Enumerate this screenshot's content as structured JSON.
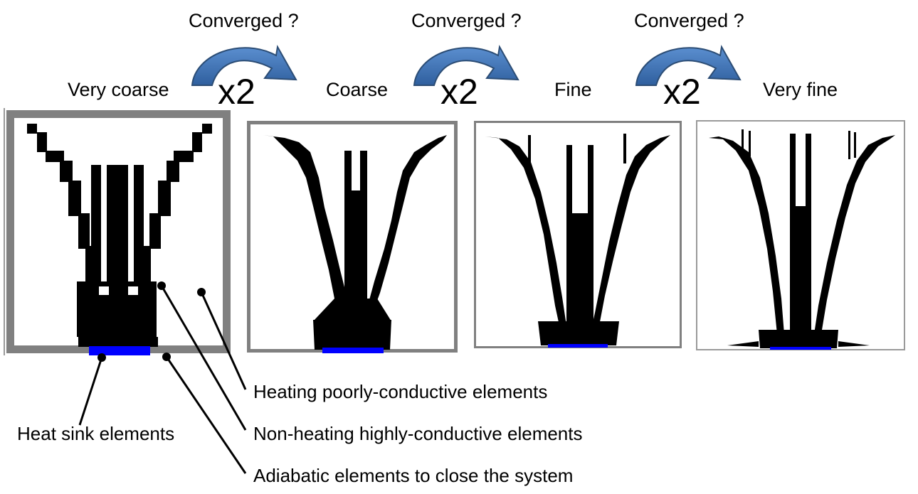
{
  "refinement": {
    "converged_question": "Converged ?",
    "factor": "x2"
  },
  "stages": [
    {
      "label": "Very coarse"
    },
    {
      "label": "Coarse"
    },
    {
      "label": "Fine"
    },
    {
      "label": "Very fine"
    }
  ],
  "annotations": {
    "heating": "Heating poorly-conductive elements",
    "non_heating": "Non-heating highly-conductive elements",
    "adiabatic": "Adiabatic elements to close the system",
    "heat_sink": "Heat sink elements"
  },
  "colors": {
    "conductive": "#000000",
    "heat_sink": "#0000ff",
    "adiabatic": "#808080",
    "arrow_fill": "#4f81bd",
    "arrow_stroke": "#2c4d75"
  }
}
